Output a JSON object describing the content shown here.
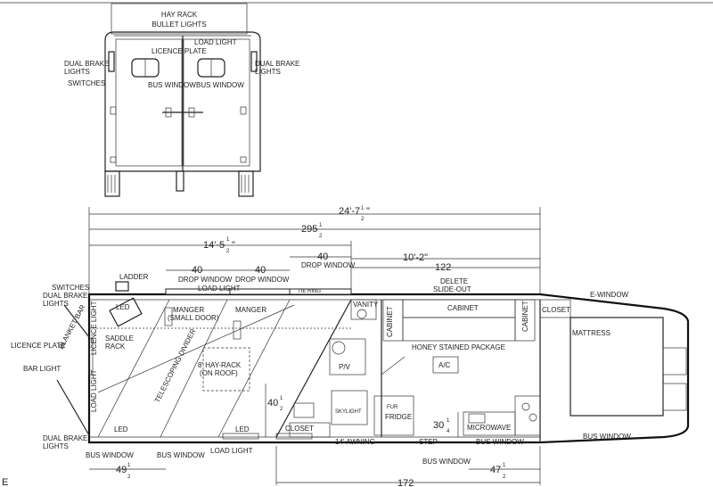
{
  "rear_view": {
    "labels": {
      "hay_rack": "HAY RACK",
      "bullet_lights": "BULLET LIGHTS",
      "licence_plate": "LICENCE PLATE",
      "load_light": "LOAD LIGHT",
      "bus_window": "BUS WINDOW",
      "dual_brake_lights_left_1": "DUAL BRAKE",
      "dual_brake_lights_left_2": "LIGHTS",
      "switches": "SWITCHES",
      "dual_brake_lights_right_1": "DUAL BRAKE",
      "dual_brake_lights_right_2": "LIGHTS"
    }
  },
  "floor_plan": {
    "dimensions": {
      "overall_length": "24'-7",
      "overall_length_frac_num": "1",
      "overall_length_frac_den": "2",
      "overall_length_unit": "\"",
      "overall_inches": "295",
      "overall_inches_frac_num": "1",
      "overall_inches_frac_den": "2",
      "horse_area": "14'-5",
      "horse_area_frac_num": "1",
      "horse_area_frac_den": "2",
      "horse_area_unit": "\"",
      "living_length": "10'-2\"",
      "living_inches": "122",
      "drop_window_1": "40",
      "drop_window_2": "40",
      "drop_window_3": "40",
      "bottom_left": "49",
      "bottom_left_frac_num": "1",
      "bottom_left_frac_den": "2",
      "bottom_right": "47",
      "bottom_right_frac_num": "1",
      "bottom_right_frac_den": "2",
      "bottom_total": "172",
      "center_a": "40",
      "center_a_frac_num": "1",
      "center_a_frac_den": "2",
      "center_b": "30",
      "center_b_frac_num": "1",
      "center_b_frac_den": "4"
    },
    "labels": {
      "drop_window_1": "DROP WINDOW",
      "drop_window_2": "DROP WINDOW",
      "drop_window_3": "DROP WINDOW",
      "load_light_top": "LOAD LIGHT",
      "ladder": "LADDER",
      "switches": "SWITCHES",
      "dual_brake_lights_1": "DUAL BRAKE",
      "dual_brake_lights_2": "LIGHTS",
      "blanket_bar": "BLANKET BAR",
      "licence_plate": "LICENCE PLATE",
      "bar_light": "BAR LIGHT",
      "dual_brake_lights_bottom_1": "DUAL BRAKE",
      "dual_brake_lights_bottom_2": "LIGHTS",
      "led_top": "LED",
      "led_bottom_1": "LED",
      "led_bottom_2": "LED",
      "licence_light": "LICENCE LIGHT",
      "load_light_left": "LOAD LIGHT",
      "saddle_rack_1": "SADDLE",
      "saddle_rack_2": "RACK",
      "manger_small_1": "MANGER",
      "manger_small_2": "(SMALL DOOR)",
      "manger": "MANGER",
      "telescoping_divider": "TELESCOPING DIVIDER",
      "hay_rack_1": "8' HAY-RACK",
      "hay_rack_2": "(ON ROOF)",
      "tie_ring": "TIE RING",
      "vanity": "VANITY",
      "pv": "P/V",
      "closet_small": "CLOSET",
      "skylight": "SKYLIGHT",
      "cabinet_1": "CABINET",
      "cabinet_main": "CABINET",
      "cabinet_2": "CABINET",
      "closet_front": "CLOSET",
      "delete_1": "DELETE",
      "delete_2": "SLIDE-OUT",
      "e_window": "E-WINDOW",
      "mattress": "MATTRESS",
      "honey_package": "HONEY STAINED PACKAGE",
      "ac": "A/C",
      "fridge_small": "FUR",
      "fridge": "FRIDGE",
      "microwave": "MICROWAVE",
      "awning": "14' AWNING",
      "step": "STEP",
      "bus_window_bottom_1": "BUS WINDOW",
      "bus_window_bottom_2": "BUS WINDOW",
      "bus_window_bottom_3": "BUS WINDOW",
      "bus_window_bottom_4": "BUS WINDOW",
      "bus_window_bottom_5": "BUS WINDOW",
      "load_light_bottom": "LOAD LIGHT",
      "corner_mark": "E"
    }
  }
}
